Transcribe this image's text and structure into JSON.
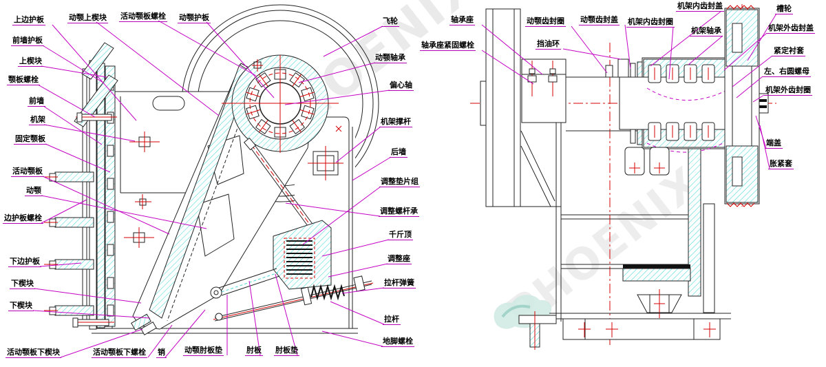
{
  "watermark": {
    "text": "PHOENIX"
  },
  "colors": {
    "line": "#222222",
    "hatch_cyan": "#49d8d8",
    "centerline_red": "#d40000",
    "leader_magenta": "#c400c4",
    "label_underline": "#b400b4",
    "watermark_gray": "#dcdcdc"
  },
  "left_diagram": {
    "labels": [
      "上边护板",
      "动颚上楔块",
      "活动颚板螺栓",
      "动颚护板",
      "前墙护板",
      "上楔块",
      "颚板螺栓",
      "前墙",
      "机架",
      "固定颚板",
      "活动颚板",
      "动颚",
      "边护板螺栓",
      "下边护板",
      "下楔块",
      "下楔块",
      "活动颚板下楔块",
      "活动颚板下螺栓",
      "销",
      "动颚肘板垫",
      "肘板",
      "肘板垫",
      "飞轮",
      "动颚轴承",
      "偏心轴",
      "机架撑杆",
      "后墙",
      "调整垫片组",
      "调整螺杆承",
      "千斤顶",
      "调整座",
      "拉杆弹簧",
      "拉杆",
      "地脚螺栓"
    ]
  },
  "right_diagram": {
    "labels": [
      "轴承座",
      "轴承座紧固螺栓",
      "动颚齿封圈",
      "挡油环",
      "动颚齿封盖",
      "机架内齿封盖",
      "机架内齿封圈",
      "机架轴承",
      "槽轮",
      "机架外齿封盖",
      "紧定衬套",
      "左、右圆螺母",
      "机架外齿封圈",
      "端盖",
      "胀紧套"
    ]
  }
}
